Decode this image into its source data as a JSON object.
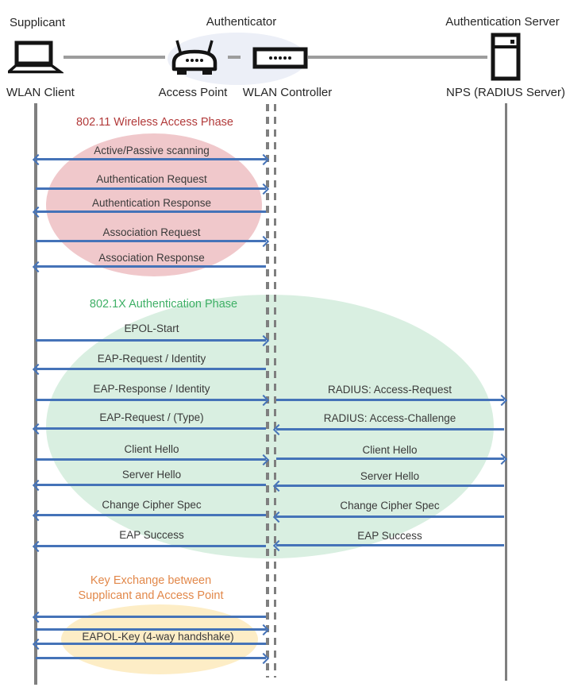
{
  "header": {
    "roles": [
      {
        "label": "Supplicant"
      },
      {
        "label": "Authenticator"
      },
      {
        "label": "Authentication Server"
      }
    ],
    "devices": [
      {
        "label": "WLAN Client",
        "icon": "laptop-icon"
      },
      {
        "label": "Access Point",
        "icon": "wireless-router-icon"
      },
      {
        "label": "WLAN Controller",
        "icon": "network-switch-icon"
      },
      {
        "label": "NPS (RADIUS Server)",
        "icon": "server-icon"
      }
    ]
  },
  "phase1": {
    "title": "802.11 Wireless Access Phase",
    "title_color": "#b23a3a",
    "fill_color": "#f0c8cb",
    "messages": [
      {
        "label": "Active/Passive scanning",
        "direction": "both"
      },
      {
        "label": "Authentication Request",
        "direction": "right"
      },
      {
        "label": "Authentication Response",
        "direction": "left"
      },
      {
        "label": "Association Request",
        "direction": "right"
      },
      {
        "label": "Association Response",
        "direction": "left"
      }
    ]
  },
  "phase2": {
    "title": "802.1X Authentication Phase",
    "title_color": "#3fb066",
    "fill_color": "#d9efe1",
    "left_messages": [
      {
        "label": "EPOL-Start",
        "direction": "right"
      },
      {
        "label": "EAP-Request / Identity",
        "direction": "left"
      },
      {
        "label": "EAP-Response / Identity",
        "direction": "right"
      },
      {
        "label": "EAP-Request / (Type)",
        "direction": "left"
      },
      {
        "label": "Client Hello",
        "direction": "right"
      },
      {
        "label": "Server Hello",
        "direction": "left"
      },
      {
        "label": "Change Cipher Spec",
        "direction": "left"
      },
      {
        "label": "EAP Success",
        "direction": "left"
      }
    ],
    "right_messages": [
      {
        "label": "RADIUS: Access-Request",
        "direction": "right"
      },
      {
        "label": "RADIUS: Access-Challenge",
        "direction": "left"
      },
      {
        "label": "Client Hello",
        "direction": "right"
      },
      {
        "label": "Server Hello",
        "direction": "left"
      },
      {
        "label": "Change Cipher Spec",
        "direction": "left"
      },
      {
        "label": "EAP Success",
        "direction": "left"
      }
    ]
  },
  "phase3": {
    "title_line1": "Key Exchange between",
    "title_line2": "Supplicant and Access Point",
    "title_color": "#e2884a",
    "fill_color": "#fdedc6",
    "message": {
      "label": "EAPOL-Key (4-way handshake)"
    },
    "arrow_directions": [
      "left",
      "right",
      "left",
      "right"
    ]
  },
  "colors": {
    "arrow": "#4573b8",
    "lifeline": "#7f7f7f",
    "connector": "#9d9d9d",
    "message_text": "#3a3a3a",
    "header_text": "#262626",
    "authenticator_halo": "#eceff7"
  }
}
